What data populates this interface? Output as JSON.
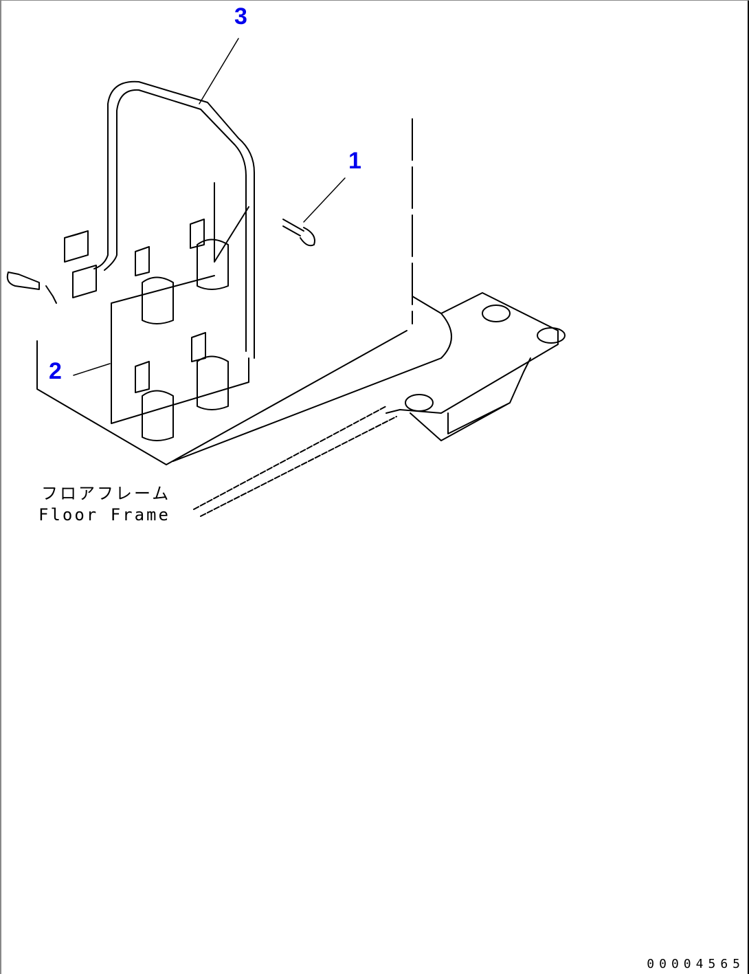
{
  "diagram": {
    "callouts": [
      "1",
      "2",
      "3"
    ],
    "label_jp": "フロアフレーム",
    "label_en": "Floor Frame",
    "drawing_code": "00004565",
    "callout_color": "#0000ee"
  }
}
